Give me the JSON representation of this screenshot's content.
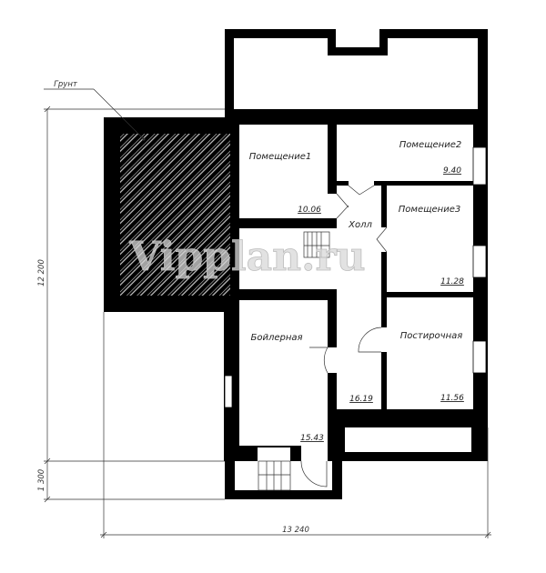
{
  "plan": {
    "ground_label": "Грунт",
    "watermark": "Vipplan.ru",
    "rooms": [
      {
        "name": "Помещение1",
        "area": "10.06"
      },
      {
        "name": "Помещение2",
        "area": "9.40"
      },
      {
        "name": "Помещение3",
        "area": "11.28"
      },
      {
        "name": "Холл",
        "area": "16.19"
      },
      {
        "name": "Бойлерная",
        "area": "15.43"
      },
      {
        "name": "Постирочная",
        "area": "11.56"
      }
    ],
    "dimensions": {
      "height_total": "12 200",
      "height_annex": "1 300",
      "width_total": "13 240"
    }
  },
  "colors": {
    "wall": "#000000",
    "hatch": "#c8c8c8"
  }
}
